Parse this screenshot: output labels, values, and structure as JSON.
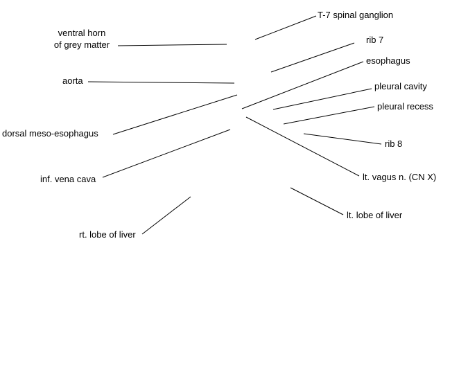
{
  "labels": {
    "t7_spinal_ganglion": "T-7 spinal ganglion",
    "rib_7": "rib 7",
    "esophagus": "esophagus",
    "pleural_cavity": "pleural cavity",
    "pleural_recess": "pleural recess",
    "rib_8": "rib 8",
    "lt_vagus": "lt. vagus n. (CN X)",
    "lt_lobe_liver": "lt. lobe of liver",
    "ventral_horn_line1": "ventral horn",
    "ventral_horn_line2": "of grey matter",
    "aorta": "aorta",
    "dorsal_meso_esophagus": "dorsal meso-esophagus",
    "inf_vena_cava": "inf. vena cava",
    "rt_lobe_liver": "rt. lobe of liver"
  },
  "colors": {
    "background": "#ffffff",
    "text": "#000000",
    "leader": "#000000"
  }
}
